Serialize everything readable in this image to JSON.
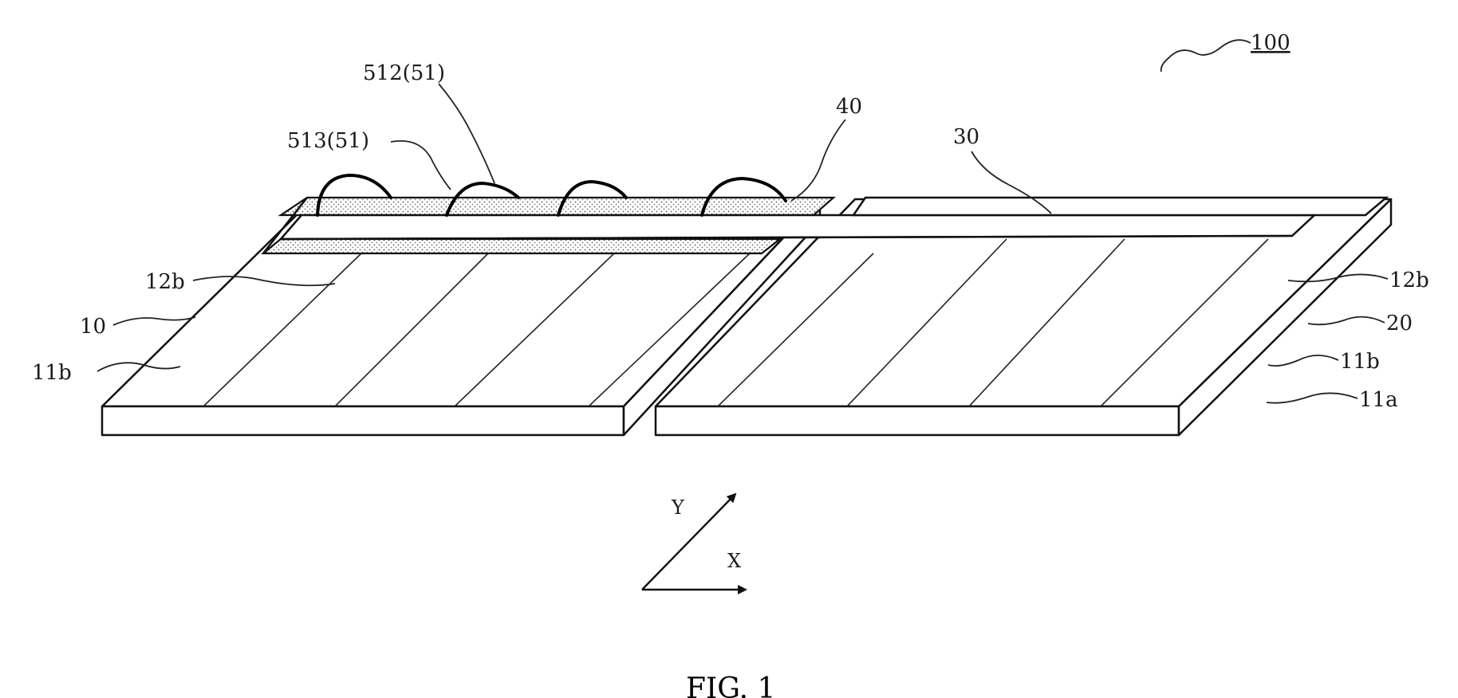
{
  "figure": {
    "caption": "FIG. 1",
    "ref_100": "100",
    "labels": {
      "l_512": "512(51)",
      "l_513": "513(51)",
      "l_40": "40",
      "l_30": "30",
      "l_12b_left": "12b",
      "l_10": "10",
      "l_11b_left": "11b",
      "l_12b_right": "12b",
      "l_20": "20",
      "l_11b_right": "11b",
      "l_11a": "11a"
    },
    "axes": {
      "y": "Y",
      "x": "X"
    }
  }
}
